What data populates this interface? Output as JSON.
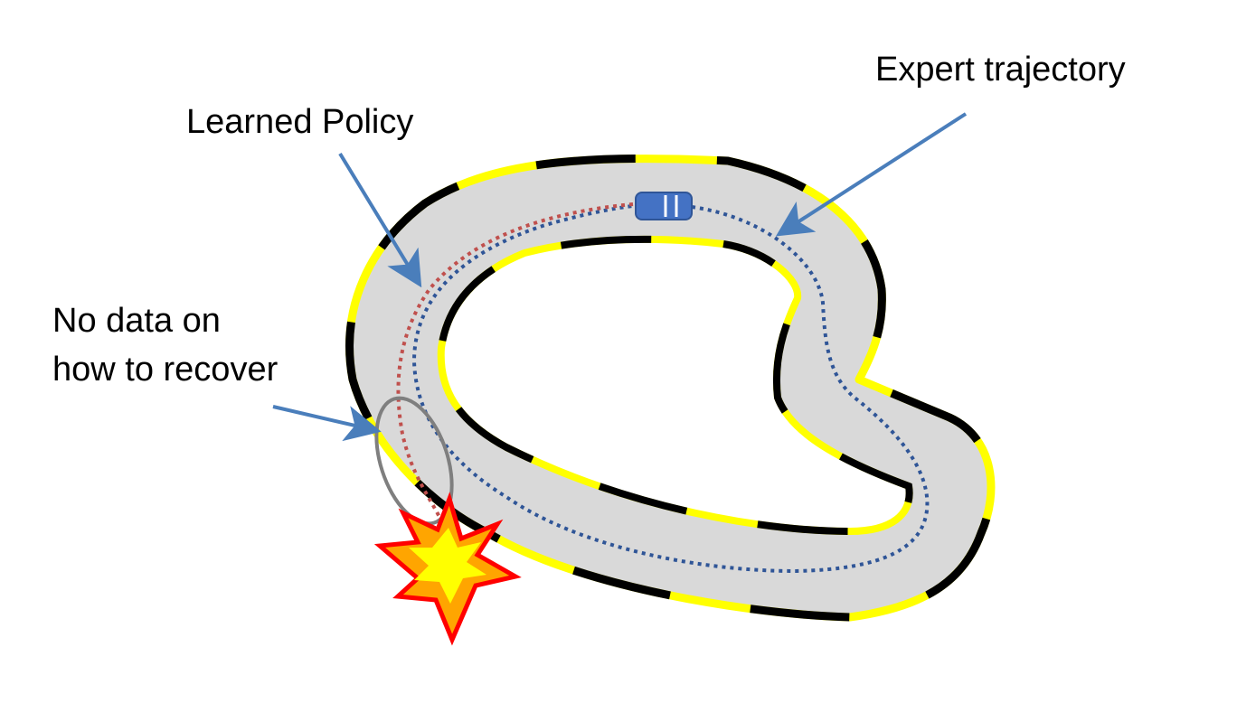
{
  "labels": {
    "expert_trajectory": "Expert trajectory",
    "learned_policy": "Learned Policy",
    "no_data_line1": "No data on",
    "no_data_line2": "how to recover"
  },
  "colors": {
    "track_surface": "#d9d9d9",
    "border_black": "#000000",
    "border_yellow": "#ffff00",
    "expert_path": "#2f5597",
    "learned_path": "#c0504d",
    "arrow": "#4a7ebb",
    "car": "#4472c4",
    "highlight_ellipse": "#7f7f7f",
    "explosion_outer": "#ff0000",
    "explosion_mid": "#ffa500",
    "explosion_inner": "#ffff00"
  },
  "icons": {
    "car": "car-icon",
    "crash": "explosion-icon"
  }
}
